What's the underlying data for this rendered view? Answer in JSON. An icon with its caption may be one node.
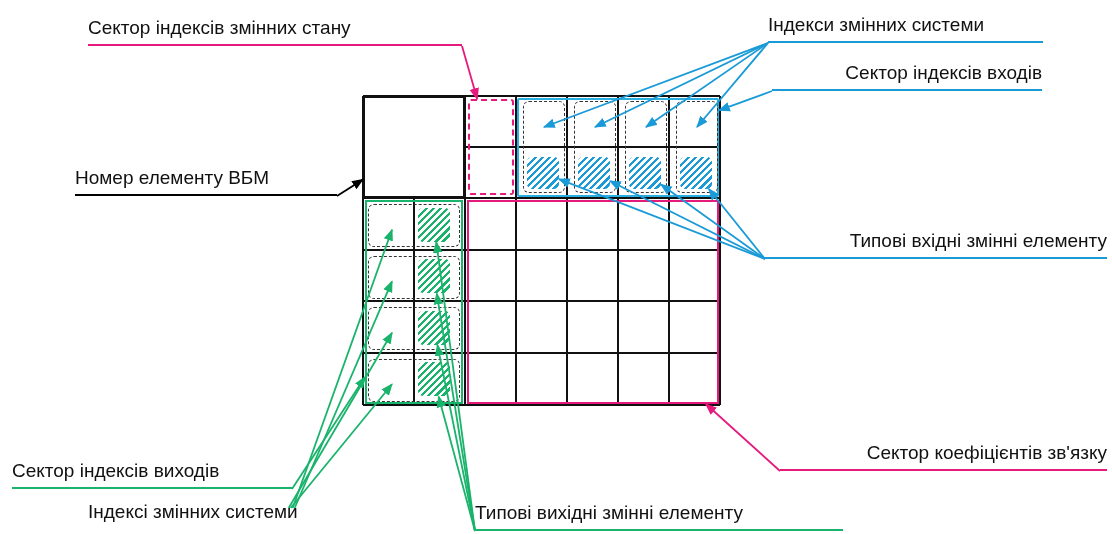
{
  "diagram": {
    "nodes": [
      {
        "text": [
          "Сектор індексів змінних стану"
        ]
      },
      {
        "text": [
          "Індекси змінних системи"
        ]
      },
      {
        "text": [
          "Сектор індексів входів"
        ]
      },
      {
        "text": [
          "Номер елементу ВБМ"
        ]
      },
      {
        "text": [
          "Типові вхідні змінні елементу"
        ]
      },
      {
        "text": [
          "Сектор коефіцієнтів зв'язку"
        ]
      },
      {
        "text": [
          "Сектор індексів виходів"
        ]
      },
      {
        "text": [
          "Індексі змінних системи"
        ]
      },
      {
        "text": [
          "Типові вихідні змінні елементу"
        ]
      },
      {
        "text": [],
        "shape": "box"
      },
      {
        "text": [],
        "shape": "box"
      },
      {
        "text": [],
        "shape": "box"
      },
      {
        "text": [],
        "shape": "box",
        "in": 11
      },
      {
        "text": [],
        "shape": "box",
        "in": 11
      },
      {
        "text": [],
        "shape": "box",
        "in": 11
      },
      {
        "text": [],
        "shape": "box",
        "in": 11
      },
      {
        "text": [],
        "shape": "box",
        "in": 12
      },
      {
        "text": [],
        "shape": "box",
        "in": 13
      },
      {
        "text": [],
        "shape": "box",
        "in": 14
      },
      {
        "text": [],
        "shape": "box",
        "in": 15
      },
      {
        "text": [],
        "shape": "box"
      },
      {
        "text": [],
        "shape": "box"
      },
      {
        "text": [],
        "shape": "box",
        "in": 21
      },
      {
        "text": [],
        "shape": "box",
        "in": 21
      },
      {
        "text": [],
        "shape": "box",
        "in": 21
      },
      {
        "text": [],
        "shape": "box",
        "in": 21
      },
      {
        "text": [],
        "shape": "box",
        "in": 22
      },
      {
        "text": [],
        "shape": "box",
        "in": 23
      },
      {
        "text": [],
        "shape": "box",
        "in": 24
      },
      {
        "text": [],
        "shape": "box",
        "in": 25
      }
    ],
    "edges": [
      {
        "from": 0,
        "to": 10,
        "arrow": "to",
        "color": "#e6197d"
      },
      {
        "from": 1,
        "to": 12,
        "arrow": "to",
        "color": "#1a9ad6"
      },
      {
        "from": 1,
        "to": 13,
        "arrow": "to",
        "color": "#1a9ad6"
      },
      {
        "from": 1,
        "to": 14,
        "arrow": "to",
        "color": "#1a9ad6"
      },
      {
        "from": 1,
        "to": 15,
        "arrow": "to",
        "color": "#1a9ad6"
      },
      {
        "from": 2,
        "to": 11,
        "arrow": "to",
        "color": "#1a9ad6"
      },
      {
        "from": 3,
        "to": 9,
        "arrow": "to",
        "color": "#000000"
      },
      {
        "from": 4,
        "to": 16,
        "arrow": "to",
        "color": "#1a9ad6"
      },
      {
        "from": 4,
        "to": 17,
        "arrow": "to",
        "color": "#1a9ad6"
      },
      {
        "from": 4,
        "to": 18,
        "arrow": "to",
        "color": "#1a9ad6"
      },
      {
        "from": 4,
        "to": 19,
        "arrow": "to",
        "color": "#1a9ad6"
      },
      {
        "from": 5,
        "to": 20,
        "arrow": "to",
        "color": "#e6197d"
      },
      {
        "from": 6,
        "to": 21,
        "arrow": "to",
        "color": "#19b36b"
      },
      {
        "from": 7,
        "to": 22,
        "arrow": "to",
        "color": "#19b36b"
      },
      {
        "from": 7,
        "to": 23,
        "arrow": "to",
        "color": "#19b36b"
      },
      {
        "from": 7,
        "to": 24,
        "arrow": "to",
        "color": "#19b36b"
      },
      {
        "from": 7,
        "to": 25,
        "arrow": "to",
        "color": "#19b36b"
      },
      {
        "from": 8,
        "to": 26,
        "arrow": "to",
        "color": "#19b36b"
      },
      {
        "from": 8,
        "to": 27,
        "arrow": "to",
        "color": "#19b36b"
      },
      {
        "from": 8,
        "to": 28,
        "arrow": "to",
        "color": "#19b36b"
      },
      {
        "from": 8,
        "to": 29,
        "arrow": "to",
        "color": "#19b36b"
      }
    ]
  }
}
